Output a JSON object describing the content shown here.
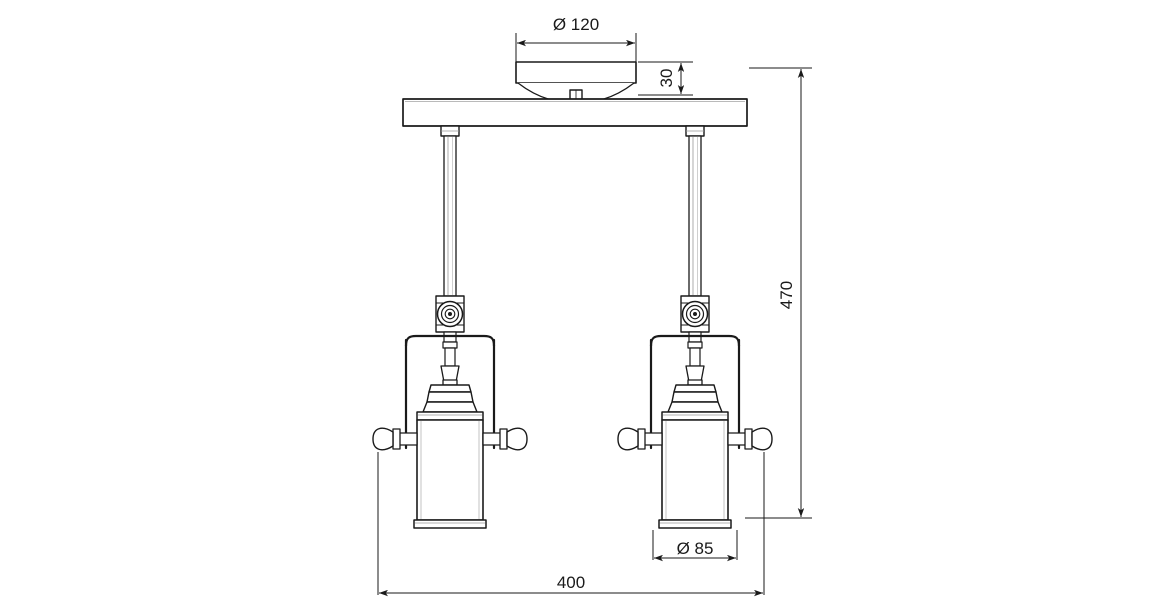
{
  "drawing": {
    "type": "technical-dimension-drawing",
    "subject": "two-head pendant ceiling lamp",
    "units": "mm",
    "background_color": "#ffffff",
    "line_color": "#1a1a1a",
    "dimension_color": "#333333"
  },
  "dimensions": {
    "canopy_diameter": {
      "label": "Ø 120",
      "value": 120,
      "orientation": "horizontal",
      "position": "top"
    },
    "canopy_height": {
      "label": "30",
      "value": 30,
      "orientation": "vertical",
      "position": "top-right"
    },
    "total_height": {
      "label": "470",
      "value": 470,
      "orientation": "vertical",
      "position": "right"
    },
    "shade_diameter": {
      "label": "Ø 85",
      "value": 85,
      "orientation": "horizontal",
      "position": "bottom-center"
    },
    "overall_width": {
      "label": "400",
      "value": 400,
      "orientation": "horizontal",
      "position": "bottom"
    }
  },
  "parts": [
    {
      "name": "ceiling-canopy-disc"
    },
    {
      "name": "canopy-stem"
    },
    {
      "name": "horizontal-mounting-bar"
    },
    {
      "name": "left-drop-rod"
    },
    {
      "name": "right-drop-rod"
    },
    {
      "name": "left-swivel-joint"
    },
    {
      "name": "right-swivel-joint"
    },
    {
      "name": "left-yoke-bracket"
    },
    {
      "name": "right-yoke-bracket"
    },
    {
      "name": "left-lamp-shade"
    },
    {
      "name": "right-lamp-shade"
    },
    {
      "name": "left-thumbscrew-knobs"
    },
    {
      "name": "right-thumbscrew-knobs"
    }
  ]
}
